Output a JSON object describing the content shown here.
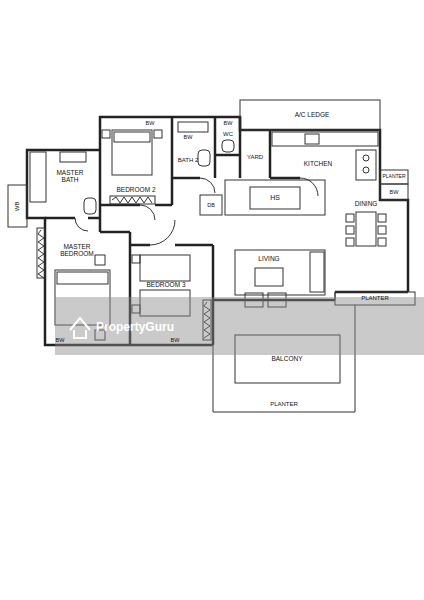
{
  "diagram": {
    "labels": [
      "A/C LEDGE",
      "BW",
      "BW",
      "BW",
      "WC",
      "BEDROOM 2",
      "BATH 2",
      "YARD",
      "KITCHEN",
      "PLANTER",
      "BW",
      "MASTER BATH",
      "WB",
      "DB",
      "HS",
      "DINING",
      "MASTER BEDROOM",
      "BEDROOM 3",
      "LIVING",
      "PLANTER",
      "BALCONY",
      "PLANTER",
      "BW",
      "BW",
      "PropertyGuru"
    ]
  }
}
